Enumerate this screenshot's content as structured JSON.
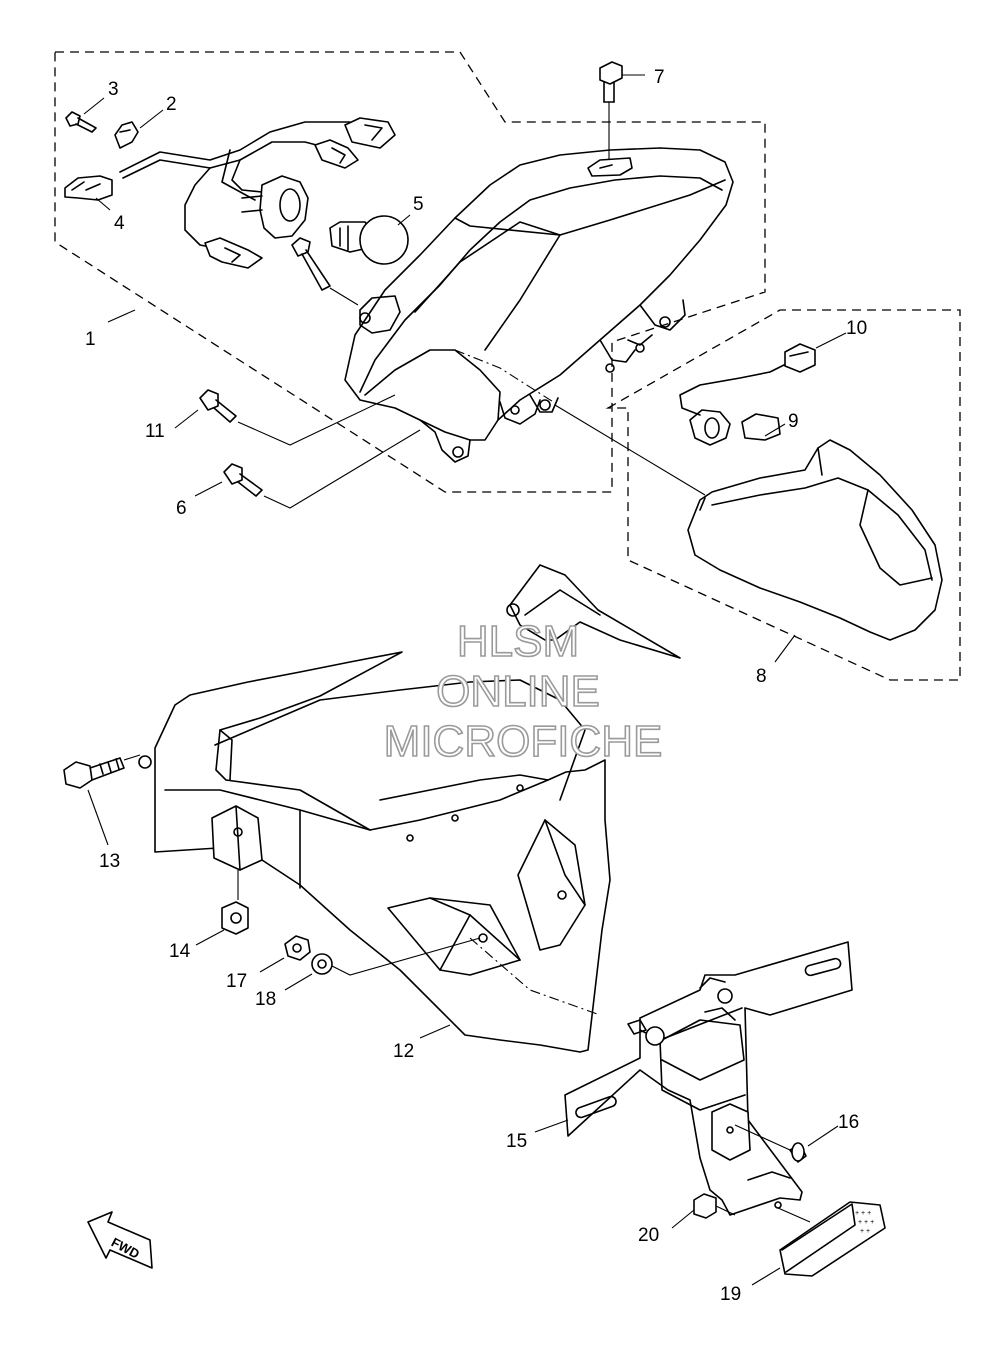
{
  "watermark": {
    "line1": "HLSM",
    "line2": "ONLINE",
    "line3": "MICROFICHE"
  },
  "direction_label": "FWD",
  "callouts": [
    "1",
    "2",
    "3",
    "4",
    "5",
    "6",
    "7",
    "8",
    "9",
    "10",
    "11",
    "12",
    "13",
    "14",
    "15",
    "16",
    "17",
    "18",
    "19",
    "20"
  ]
}
